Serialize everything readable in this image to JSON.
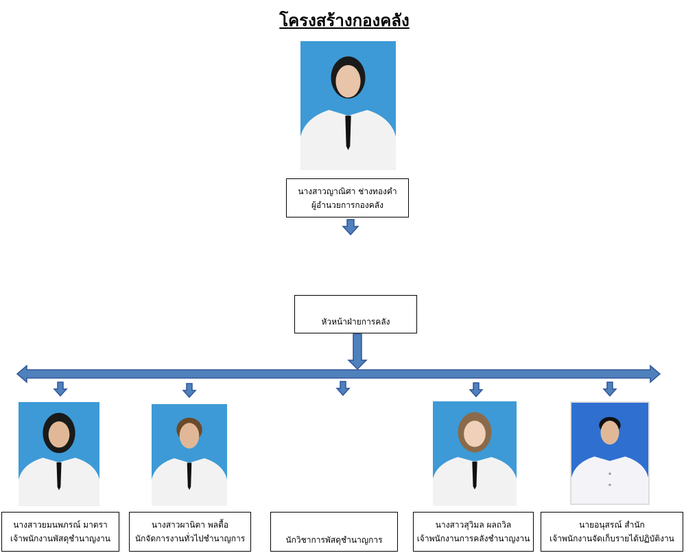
{
  "title": "โครงสร้างกองคลัง",
  "colors": {
    "arrow_fill": "#4f81bd",
    "arrow_stroke": "#2f5597",
    "photo_bg": "#3d9ad6"
  },
  "director": {
    "name": "นางสาวญาณิศา ช่างทองคำ",
    "position": "ผู้อำนวยการกองคลัง"
  },
  "head": {
    "position": "หัวหน้าฝ่ายการคลัง"
  },
  "staff": [
    {
      "name": "นางสาวยมนพภรณ์ มาตรา",
      "position": "เจ้าพนักงานพัสดุชำนาญงาน"
    },
    {
      "name": "นางสาวผานิตา พลตื้อ",
      "position": "นักจัดการงานทั่วไปชำนาญการ"
    },
    {
      "name": "",
      "position": "นักวิชาการพัสดุชำนาญการ"
    },
    {
      "name": "นางสาวสุวิมล ผลถวิล",
      "position": "เจ้าพนักงานการคลังชำนาญงาน"
    },
    {
      "name": "นายอนุสรณ์  สำนัก",
      "position": "เจ้าพนักงานจัดเก็บรายได้ปฏิบัติงาน"
    }
  ]
}
